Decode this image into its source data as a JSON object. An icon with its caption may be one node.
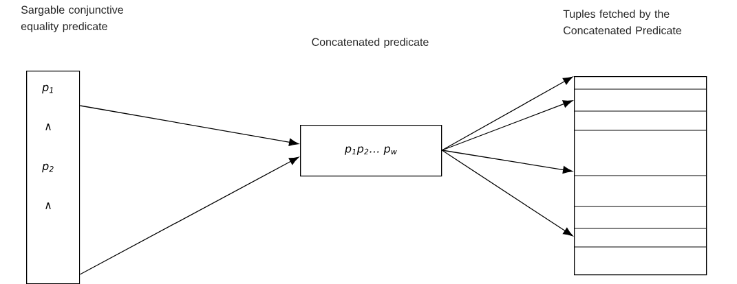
{
  "diagram": {
    "nodes": [
      {
        "text": [
          "Sargable conjunctive equality predicate",
          "p$_{1}$",
          "∧",
          "p$_{2}$",
          "∧"
        ]
      },
      {
        "text": [
          "p$_{1}$p$_{2}$… p$_{w}$"
        ]
      },
      {
        "text": [
          "Tuples fetched by the Concatenated Predicate"
        ]
      }
    ],
    "edges": [
      {
        "from": 0,
        "to": 1,
        "arrow": "to"
      },
      {
        "from": 0,
        "to": 1,
        "arrow": "to"
      },
      {
        "from": 1,
        "to": 2,
        "arrow": "to"
      },
      {
        "from": 1,
        "to": 2,
        "arrow": "to"
      },
      {
        "from": 1,
        "to": 2,
        "arrow": "to"
      },
      {
        "from": 1,
        "to": 2,
        "arrow": "to"
      }
    ],
    "labels": [
      "Concatenated predicate"
    ]
  }
}
